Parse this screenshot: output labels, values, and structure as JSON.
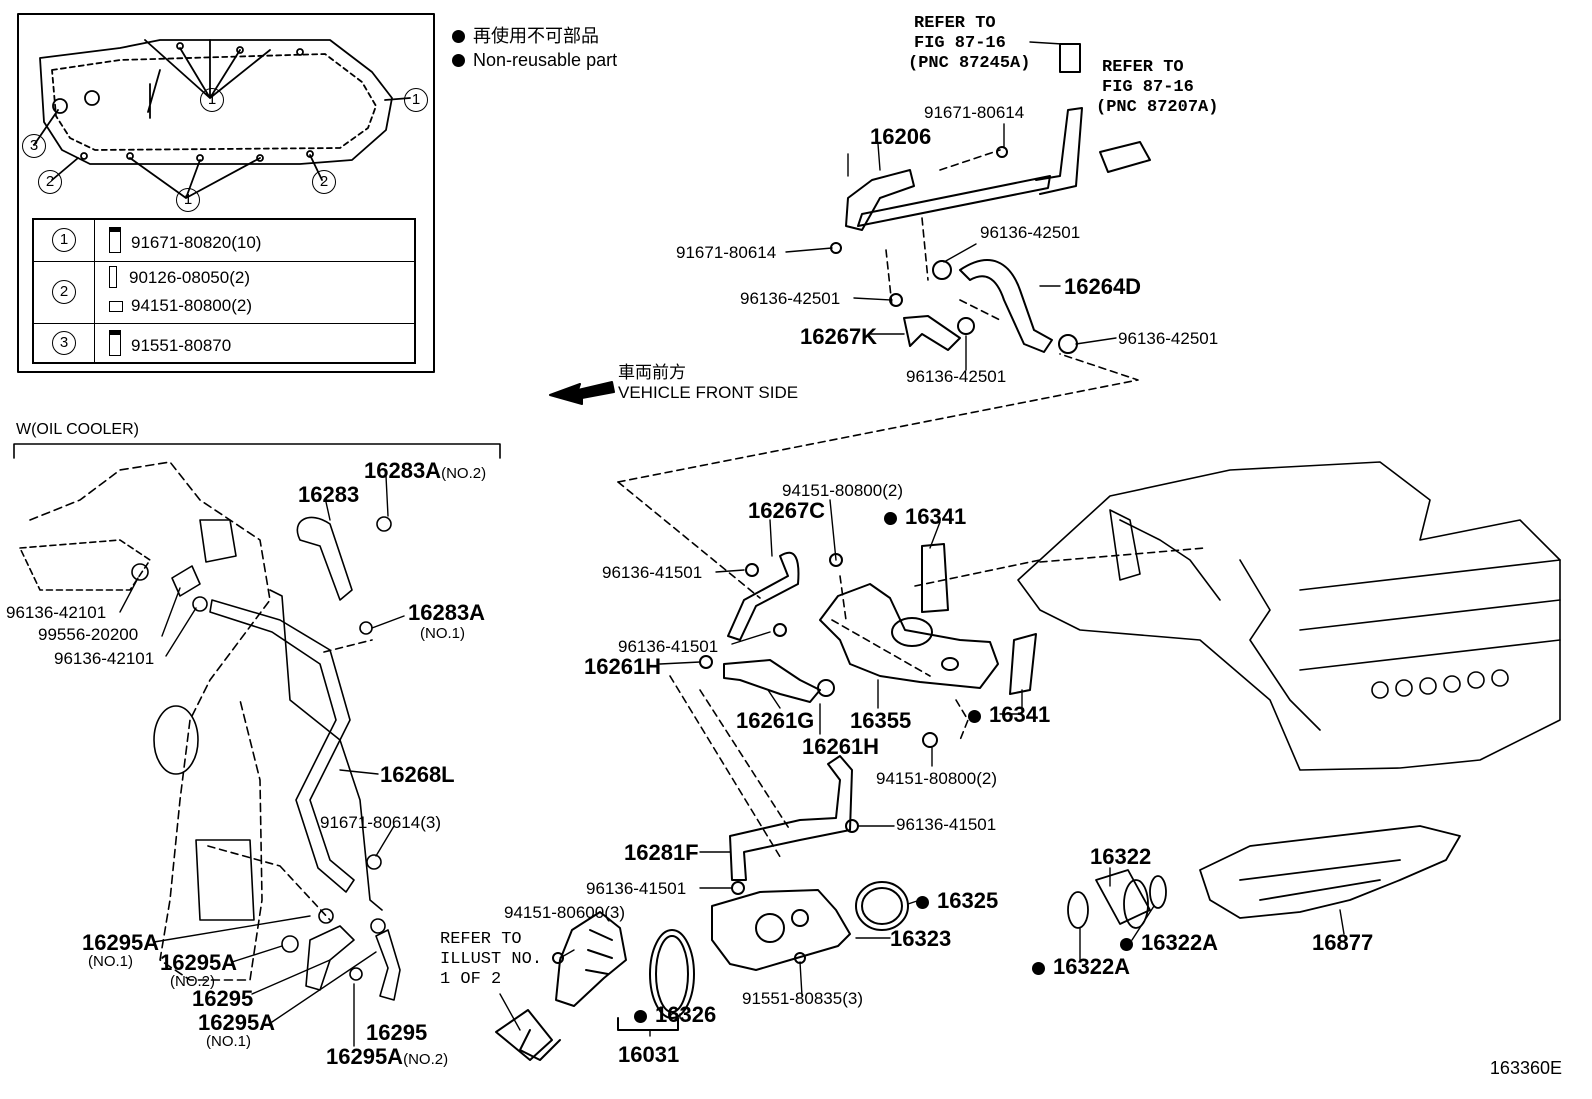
{
  "legend": {
    "line_jp": "再使用不可部品",
    "line_en": "Non-reusable part"
  },
  "inset": {
    "bolt_table": [
      {
        "key": "1",
        "parts": [
          "91671-80820(10)"
        ]
      },
      {
        "key": "2",
        "parts": [
          "90126-08050(2)",
          "94151-80800(2)"
        ]
      },
      {
        "key": "3",
        "parts": [
          "91551-80870"
        ]
      }
    ],
    "callouts": [
      "1",
      "1",
      "1",
      "2",
      "2",
      "3"
    ]
  },
  "orientation": {
    "jp": "車両前方",
    "en": "VEHICLE FRONT SIDE"
  },
  "section_label": "W(OIL COOLER)",
  "refs": {
    "ref_a": [
      "REFER TO",
      "FIG 87-16",
      "(PNC 87245A)"
    ],
    "ref_b": [
      "REFER TO",
      "FIG 87-16",
      "(PNC 87207A)"
    ],
    "ref_c": [
      "REFER TO",
      "ILLUST NO.",
      "1 OF 2"
    ]
  },
  "parts": {
    "p16206": "16206",
    "p91671_80614_top": "91671-80614",
    "p91671_80614_left": "91671-80614",
    "p96136_42501_a": "96136-42501",
    "p96136_42501_b": "96136-42501",
    "p96136_42501_c": "96136-42501",
    "p96136_42501_d": "96136-42501",
    "p16264D": "16264D",
    "p16267K": "16267K",
    "p16283A2": "16283A",
    "p16283A2_note": "(NO.2)",
    "p16283": "16283",
    "p16283A1": "16283A",
    "p16283A1_note": "(NO.1)",
    "p96136_42101_a": "96136-42101",
    "p99556_20200": "99556-20200",
    "p96136_42101_b": "96136-42101",
    "p16268L": "16268L",
    "p91671_80614_3": "91671-80614(3)",
    "p16295A_1a": "16295A",
    "p16295A_1a_note": "(NO.1)",
    "p16295A_2a": "16295A",
    "p16295A_2a_note": "(NO.2)",
    "p16295_a": "16295",
    "p16295A_1b": "16295A",
    "p16295A_1b_note": "(NO.1)",
    "p16295_b": "16295",
    "p16295A_2b": "16295A",
    "p16295A_2b_note": "(NO.2)",
    "p94151_80800_2a": "94151-80800(2)",
    "p16267C": "16267C",
    "p16341_a": "16341",
    "p96136_41501_a": "96136-41501",
    "p96136_41501_b": "96136-41501",
    "p16261H_a": "16261H",
    "p16261G": "16261G",
    "p16355": "16355",
    "p16261H_b": "16261H",
    "p16341_b": "16341",
    "p94151_80800_2b": "94151-80800(2)",
    "p96136_41501_c": "96136-41501",
    "p16281F": "16281F",
    "p96136_41501_d": "96136-41501",
    "p94151_80600_3": "94151-80600(3)",
    "p16325": "16325",
    "p16323": "16323",
    "p16326": "16326",
    "p91551_80835_3": "91551-80835(3)",
    "p16031": "16031",
    "p16322": "16322",
    "p16322A_a": "16322A",
    "p16322A_b": "16322A",
    "p16877": "16877"
  },
  "figure_code": "163360E"
}
